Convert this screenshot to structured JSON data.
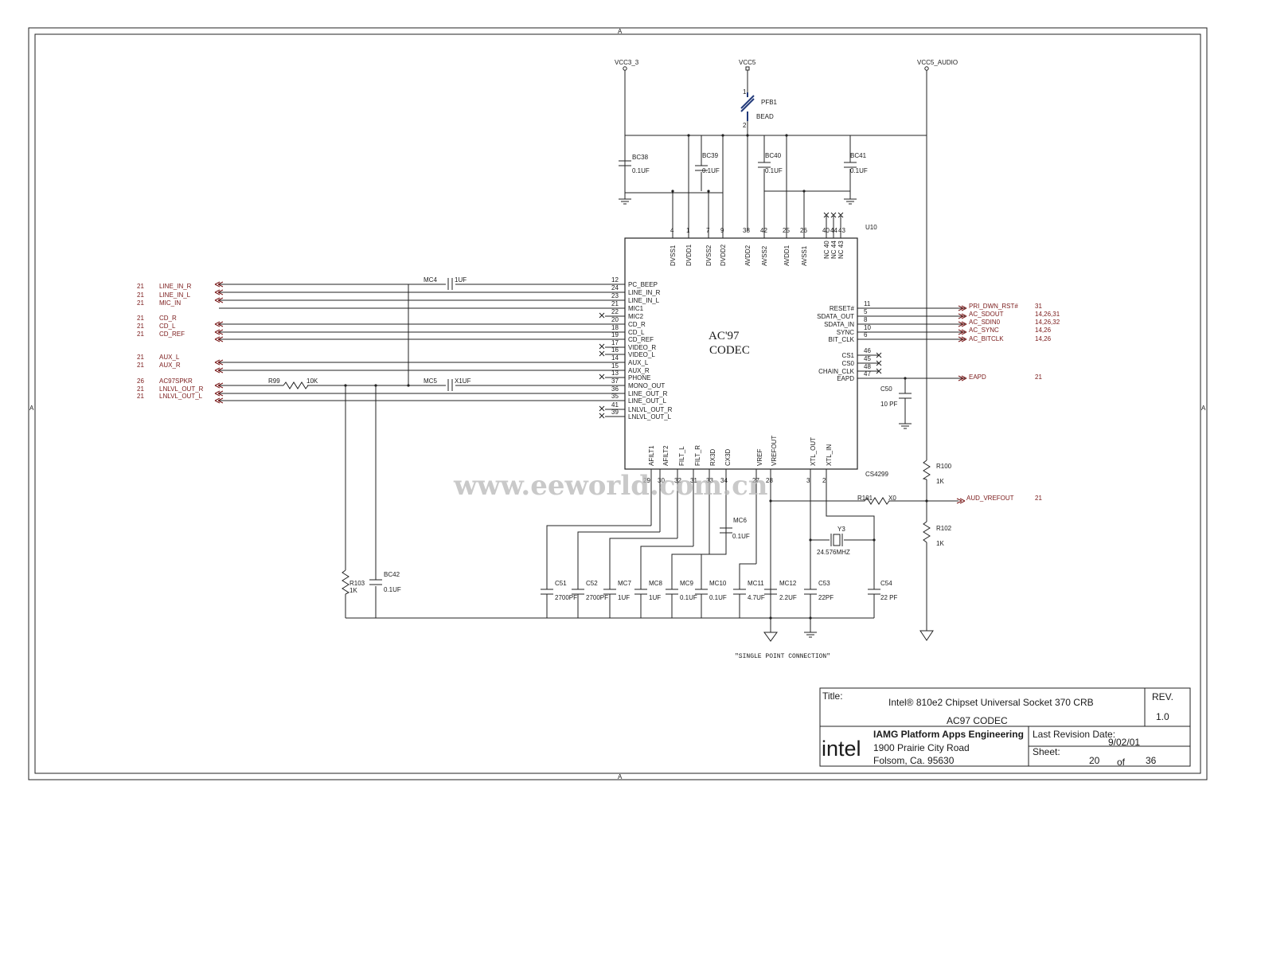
{
  "border_markers": {
    "top": "A",
    "bottom": "A",
    "left": "A",
    "right": "A"
  },
  "power": {
    "vcc3_3": "VCC3_3",
    "vcc5": "VCC5",
    "vcc5_audio": "VCC5_AUDIO"
  },
  "bead": {
    "ref": "PFB1",
    "value": "BEAD",
    "pin1": "1",
    "pin2": "2"
  },
  "ic": {
    "ref": "U10",
    "line1": "AC'97",
    "line2": "CODEC",
    "part": "CS4299"
  },
  "top_caps": [
    {
      "ref": "BC38",
      "value": "0.1UF"
    },
    {
      "ref": "BC39",
      "value": "0.1UF"
    },
    {
      "ref": "BC40",
      "value": "0.1UF"
    },
    {
      "ref": "BC41",
      "value": "0.1UF"
    }
  ],
  "top_pins": [
    {
      "num": "4",
      "name": "DVSS1"
    },
    {
      "num": "1",
      "name": "DVDD1"
    },
    {
      "num": "7",
      "name": "DVSS2"
    },
    {
      "num": "9",
      "name": "DVDD2"
    },
    {
      "num": "38",
      "name": "AVDD2"
    },
    {
      "num": "42",
      "name": "AVSS2"
    },
    {
      "num": "25",
      "name": "AVDD1"
    },
    {
      "num": "26",
      "name": "AVSS1"
    },
    {
      "num": "40",
      "name": "NC 40"
    },
    {
      "num": "44",
      "name": "NC 44"
    },
    {
      "num": "43",
      "name": "NC 43"
    }
  ],
  "left_pins": [
    {
      "num": "12",
      "name": "PC_BEEP"
    },
    {
      "num": "24",
      "name": "LINE_IN_R"
    },
    {
      "num": "23",
      "name": "LINE_IN_L"
    },
    {
      "num": "21",
      "name": "MIC1"
    },
    {
      "num": "22",
      "name": "MIC2"
    },
    {
      "num": "20",
      "name": "CD_R"
    },
    {
      "num": "18",
      "name": "CD_L"
    },
    {
      "num": "19",
      "name": "CD_REF"
    },
    {
      "num": "17",
      "name": "VIDEO_R"
    },
    {
      "num": "16",
      "name": "VIDEO_L"
    },
    {
      "num": "14",
      "name": "AUX_L"
    },
    {
      "num": "15",
      "name": "AUX_R"
    },
    {
      "num": "13",
      "name": "PHONE"
    },
    {
      "num": "37",
      "name": "MONO_OUT"
    },
    {
      "num": "36",
      "name": "LINE_OUT_R"
    },
    {
      "num": "35",
      "name": "LINE_OUT_L"
    },
    {
      "num": "41",
      "name": "LNLVL_OUT_R"
    },
    {
      "num": "39",
      "name": "LNLVL_OUT_L"
    }
  ],
  "right_pins": [
    {
      "num": "11",
      "name": "RESET#"
    },
    {
      "num": "5",
      "name": "SDATA_OUT"
    },
    {
      "num": "8",
      "name": "SDATA_IN"
    },
    {
      "num": "10",
      "name": "SYNC"
    },
    {
      "num": "6",
      "name": "BIT_CLK"
    },
    {
      "num": "46",
      "name": "CS1"
    },
    {
      "num": "45",
      "name": "CS0"
    },
    {
      "num": "48",
      "name": "CHAIN_CLK"
    },
    {
      "num": "47",
      "name": "EAPD"
    }
  ],
  "bottom_pins": [
    {
      "num": "29",
      "name": "AFILT1"
    },
    {
      "num": "30",
      "name": "AFILT2"
    },
    {
      "num": "32",
      "name": "FILT_L"
    },
    {
      "num": "31",
      "name": "FILT_R"
    },
    {
      "num": "33",
      "name": "RX3D"
    },
    {
      "num": "34",
      "name": "CX3D"
    },
    {
      "num": "27",
      "name": "VREF"
    },
    {
      "num": "28",
      "name": "VREFOUT"
    },
    {
      "num": "3",
      "name": "XTL_OUT"
    },
    {
      "num": "2",
      "name": "XTL_IN"
    }
  ],
  "left_ports": [
    {
      "sheet": "21",
      "name": "LINE_IN_R"
    },
    {
      "sheet": "21",
      "name": "LINE_IN_L"
    },
    {
      "sheet": "21",
      "name": "MIC_IN"
    },
    {
      "sheet": "21",
      "name": "CD_R"
    },
    {
      "sheet": "21",
      "name": "CD_L"
    },
    {
      "sheet": "21",
      "name": "CD_REF"
    },
    {
      "sheet": "21",
      "name": "AUX_L"
    },
    {
      "sheet": "21",
      "name": "AUX_R"
    },
    {
      "sheet": "26",
      "name": "AC97SPKR"
    },
    {
      "sheet": "21",
      "name": "LNLVL_OUT_R"
    },
    {
      "sheet": "21",
      "name": "LNLVL_OUT_L"
    }
  ],
  "right_ports": [
    {
      "name": "PRI_DWN_RST#",
      "sheets": "31"
    },
    {
      "name": "AC_SDOUT",
      "sheets": "14,26,31"
    },
    {
      "name": "AC_SDIN0",
      "sheets": "14,26,32"
    },
    {
      "name": "AC_SYNC",
      "sheets": "14,26"
    },
    {
      "name": "AC_BITCLK",
      "sheets": "14,26"
    },
    {
      "name": "EAPD",
      "sheets": "21"
    },
    {
      "name": "AUD_VREFOUT",
      "sheets": "21"
    }
  ],
  "parts": {
    "mc4": {
      "ref": "MC4",
      "value": "1UF"
    },
    "mc5": {
      "ref": "MC5",
      "value": "X1UF"
    },
    "r99": {
      "ref": "R99",
      "value": "10K"
    },
    "r103": {
      "ref": "R103",
      "value": "1K"
    },
    "bc42": {
      "ref": "BC42",
      "value": "0.1UF"
    },
    "c50": {
      "ref": "C50",
      "value": "10 PF"
    },
    "r100": {
      "ref": "R100",
      "value": "1K"
    },
    "r101": {
      "ref": "R101",
      "value": "X0"
    },
    "r102": {
      "ref": "R102",
      "value": "1K"
    },
    "mc6": {
      "ref": "MC6",
      "value": "0.1UF"
    },
    "y3": {
      "ref": "Y3",
      "value": "24.576MHZ"
    }
  },
  "bottom_caps": [
    {
      "ref": "C51",
      "value": "2700PF"
    },
    {
      "ref": "C52",
      "value": "2700PF"
    },
    {
      "ref": "MC7",
      "value": "1UF"
    },
    {
      "ref": "MC8",
      "value": "1UF"
    },
    {
      "ref": "MC9",
      "value": "0.1UF"
    },
    {
      "ref": "MC10",
      "value": "0.1UF"
    },
    {
      "ref": "MC11",
      "value": "4.7UF"
    },
    {
      "ref": "MC12",
      "value": "2.2UF"
    },
    {
      "ref": "C53",
      "value": "22PF"
    },
    {
      "ref": "C54",
      "value": "22 PF"
    }
  ],
  "note": "\"SINGLE POINT CONNECTION\"",
  "watermark": "www.eeworld.com.cn",
  "title_block": {
    "title_label": "Title:",
    "title": "Intel® 810e2 Chipset Universal Socket 370 CRB",
    "subtitle": "AC97 CODEC",
    "rev_label": "REV.",
    "rev": "1.0",
    "logo": "intel",
    "dept": "IAMG Platform Apps Engineering",
    "addr1": "1900 Prairie City Road",
    "addr2": "Folsom, Ca. 95630",
    "last_rev_label": "Last Revision Date:",
    "last_rev": "9/02/01",
    "sheet_label": "Sheet:",
    "sheet": "20",
    "of": "of",
    "total": "36"
  }
}
